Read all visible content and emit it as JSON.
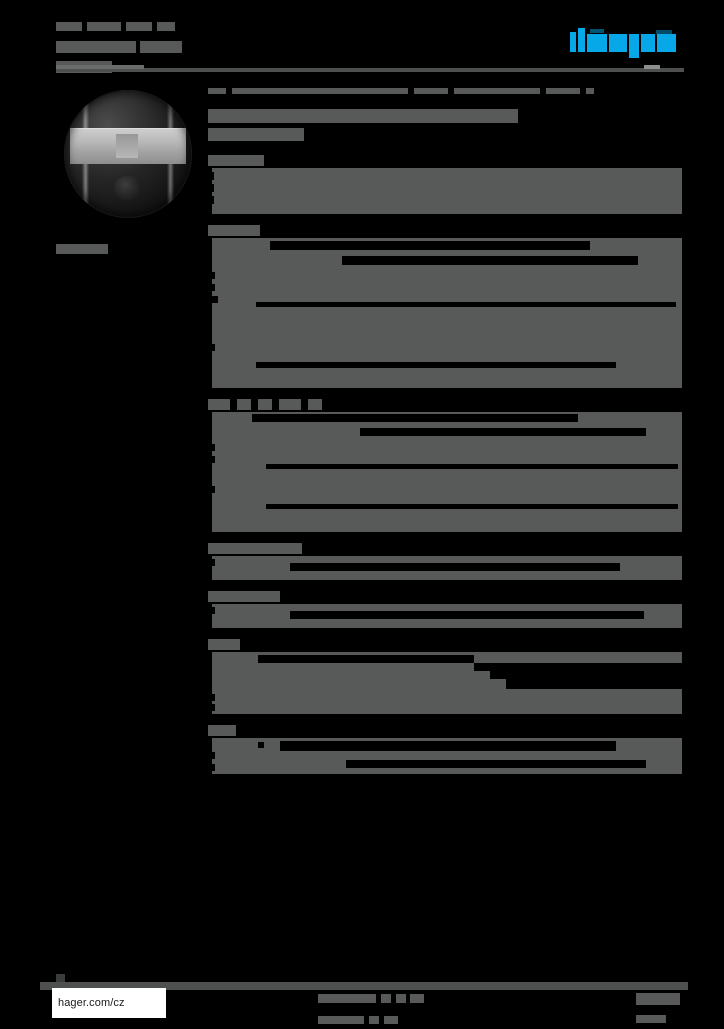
{
  "document": {
    "type": "product-datasheet",
    "language": "cs",
    "redacted": true,
    "brand": "hager",
    "brand_color": "#06a8e8",
    "redaction_color": "#585a5a",
    "page_background": "#000000"
  },
  "header": {
    "doc_reference_lines": [
      {
        "widths": [
          26,
          10,
          34,
          10,
          26,
          10,
          18
        ],
        "label": "doc-ref-line-1"
      },
      {
        "widths": [
          80,
          8,
          42
        ],
        "label": "doc-ref-line-2"
      },
      {
        "widths": [
          56
        ],
        "label": "doc-ref-line-3"
      }
    ],
    "logo_alt": "hager"
  },
  "product": {
    "image_alt": "circular presence detector, dark housing with light sensor band",
    "caption_widths": [
      52
    ]
  },
  "content": {
    "title_widths": [
      18,
      6,
      176,
      6,
      34,
      6,
      86,
      6,
      34,
      6,
      8,
      6,
      56,
      6,
      64
    ],
    "subtitle_widths": [
      96
    ]
  },
  "spec_table": {
    "sections": [
      {
        "name": "section-1",
        "heading_widths": [
          56
        ],
        "rows": [
          {
            "key_w": 72,
            "val_w": 0,
            "full": true
          },
          {
            "key_w": 72,
            "val_w": 0,
            "full": true
          },
          {
            "key_w": 72,
            "val_w": 0,
            "full": true
          },
          {
            "key_w": 72,
            "val_w": 0,
            "full": true
          }
        ],
        "block_height": 46
      },
      {
        "name": "section-2",
        "heading_widths": [
          52
        ],
        "rows": [
          {
            "key_w": 48,
            "val_w": 128
          },
          {
            "key_w": 28,
            "val_w": 88
          },
          {
            "key_w": 44,
            "val_w": 0,
            "full": true
          },
          {
            "key_w": 40,
            "val_w": 0,
            "full": true
          },
          {
            "key_w": 44,
            "val_w": 0,
            "full": true
          },
          {
            "key_w": 36,
            "val_w": 0,
            "full": true
          },
          {
            "key_w": 40,
            "val_w": 0,
            "full": true
          },
          {
            "key_w": 48,
            "val_w": 0,
            "full": true
          },
          {
            "key_w": 52,
            "val_w": 0,
            "full": true
          },
          {
            "key_w": 36,
            "val_w": 150
          }
        ]
      },
      {
        "name": "section-3",
        "heading_widths": [
          22,
          10,
          14,
          10,
          14,
          10,
          22,
          10,
          14
        ],
        "rows": [
          {
            "key_w": 44,
            "val_w": 186
          },
          {
            "key_w": 38,
            "val_w": 0,
            "full": true
          },
          {
            "key_w": 56,
            "val_w": 0,
            "full": true
          },
          {
            "key_w": 40,
            "val_w": 0,
            "full": true
          },
          {
            "key_w": 48,
            "val_w": 0,
            "full": true
          },
          {
            "key_w": 44,
            "val_w": 0,
            "full": true
          },
          {
            "key_w": 52,
            "val_w": 0,
            "full": true
          }
        ]
      },
      {
        "name": "section-4",
        "heading_widths": [
          94
        ],
        "rows": [
          {
            "key_w": 80,
            "val_w": 134
          }
        ]
      },
      {
        "name": "section-5",
        "heading_widths": [
          72
        ],
        "rows": [
          {
            "key_w": 80,
            "val_w": 180
          }
        ]
      },
      {
        "name": "section-6",
        "heading_widths": [
          32
        ],
        "rows": [
          {
            "key_w": 52,
            "val_w": 0,
            "full": true
          },
          {
            "key_w": 44,
            "val_w": 0,
            "full": true
          },
          {
            "key_w": 36,
            "val_w": 0,
            "full": true
          },
          {
            "key_w": 60,
            "val_w": 0,
            "full": true
          }
        ]
      },
      {
        "name": "section-7",
        "heading_widths": [
          28
        ],
        "rows": [
          {
            "key_w": 40,
            "val_w": 0,
            "full": true
          },
          {
            "key_w": 60,
            "val_w": 148
          }
        ]
      }
    ]
  },
  "footer": {
    "url": "hager.com/cz",
    "center_line_1_widths": [
      58,
      8,
      10,
      8,
      10,
      8,
      14
    ],
    "center_line_2_widths": [
      46,
      8,
      10,
      8,
      14
    ],
    "page_number_widths": [
      44,
      30
    ]
  }
}
